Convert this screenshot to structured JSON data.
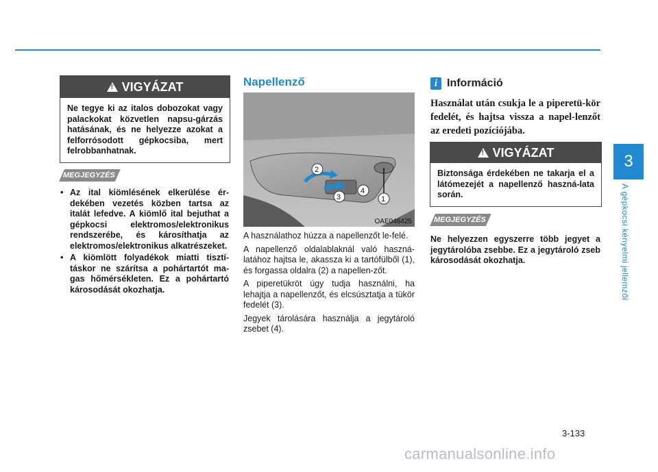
{
  "header": {
    "section_number": "3",
    "section_title": "A gépkocsi kényelmi jellemzői"
  },
  "footer": {
    "page_number": "3-133",
    "watermark": "carmanualsonline.info"
  },
  "col1": {
    "warning": {
      "title": "VIGYÁZAT",
      "text": "Ne tegye ki az italos dobozokat vagy palackokat közvetlen napsu-gárzás hatásának, és ne helyezze azokat a felforrósodott gépkocsiba, mert felrobbanhatnak."
    },
    "note_label": "MEGJEGYZÉS",
    "bullets": [
      {
        "bullet": "•",
        "text": "Az ital kiömlésének elkerülése ér-dekében vezetés közben tartsa az italát lefedve. A kiömlő ital bejuthat a gépkocsi elektromos/elektronikus rendszerébe, és károsíthatja az elektromos/elektronikus alkatrészeket."
      },
      {
        "bullet": "•",
        "text": "A kiömlött folyadékok miatti tisztí-táskor ne szárítsa a pohártartót ma-gas hőmérsékleten. Ez a pohártartó károsodását okozhatja."
      }
    ]
  },
  "col2": {
    "title": "Napellenző",
    "image": {
      "caption": "OAE046425",
      "callouts": [
        "1",
        "2",
        "3",
        "4"
      ]
    },
    "paragraphs": [
      "A használathoz húzza a napellenzőt le-felé.",
      "A napellenző oldalablaknál való haszná-latához hajtsa le, akassza ki a tartófülből (1), és forgassa oldalra (2) a napellen-zőt.",
      "A piperetükröt úgy tudja használni, ha lehajtja a napellenzőt, és elcsúsztatja a tükör fedelét (3).",
      "Jegyek tárolására használja a jegytároló zsebet (4)."
    ]
  },
  "col3": {
    "info": {
      "icon": "i",
      "title": "Információ",
      "text": "Használat után csukja le a piperetü-kör fedelét, és hajtsa vissza a napel-lenzőt az eredeti pozíciójába."
    },
    "warning": {
      "title": "VIGYÁZAT",
      "text": "Biztonsága érdekében ne takarja el a látómezejét a napellenző haszná-lata során."
    },
    "note_label": "MEGJEGYZÉS",
    "note_text": "Ne helyezzen egyszerre több jegyet a jegytárolóba zsebbe. Ez a jegytároló zseb károsodását okozhatja."
  },
  "colors": {
    "accent": "#1f8ad1",
    "warning_header": "#4a4a4a",
    "note_tag": "#8a8a8a"
  }
}
